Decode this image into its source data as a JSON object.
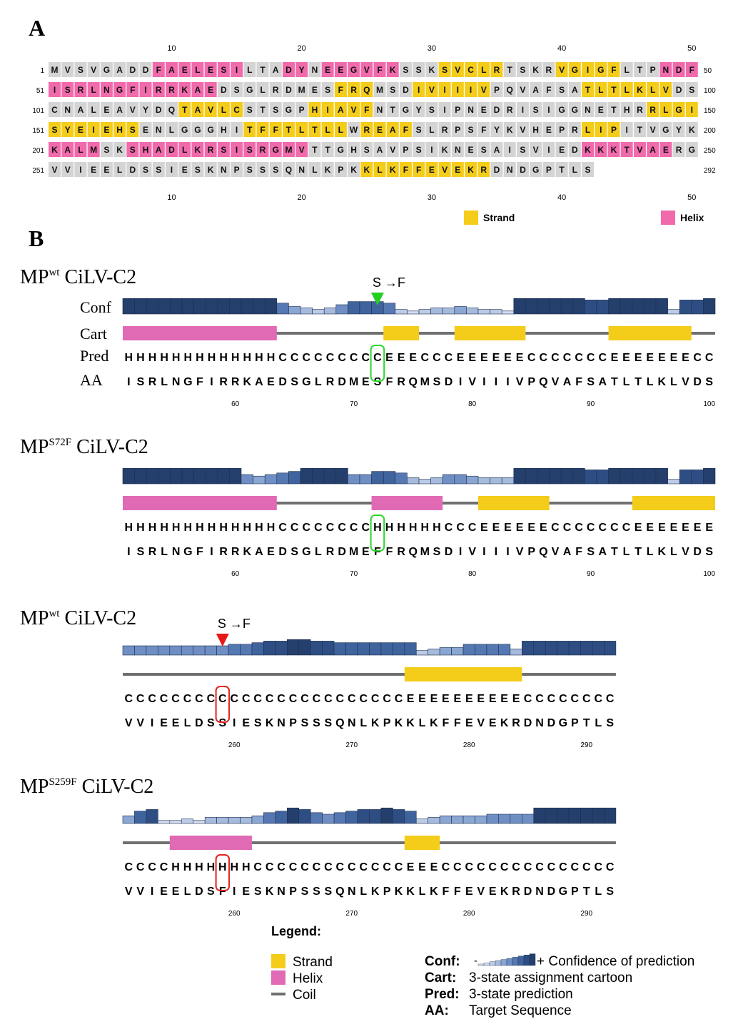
{
  "panelA": {
    "label": "A",
    "top_ticks": [
      "10",
      "20",
      "30",
      "40",
      "50"
    ],
    "bottom_ticks": [
      "10",
      "20",
      "30",
      "40",
      "50"
    ],
    "rows": [
      {
        "start": "1",
        "end": "50",
        "seq": "MVSVGADDFAELESILTADYNEEGVFKSSKSVCLRTSKRVGIGFLTPNDF",
        "ss": "CCCCCCCCHHHHHHHCCCHHCHHHHHHCCCEEEEECCCCEEEEECCCHHH"
      },
      {
        "start": "51",
        "end": "100",
        "seq": "ISRLNGFIRRKAEDSGLRDMESFRQMSDIVIIIVPQVAFSATLTLKLVDS",
        "ss": "HHHHHHHHHHHHHCCCCCCCCCEEECCCEEEEEECCCCCCCEEEEEEECC"
      },
      {
        "start": "101",
        "end": "150",
        "seq": "CNALEAVYDQTAVLCSTSGPHIAVFNTGYSIPNEDRISIGGNETHRRLGI",
        "ss": "CCCCCCCCCCEEEEECCCCCEEEEECCCCCCCCCCCCCCCCCCCCCEEEE"
      },
      {
        "start": "151",
        "end": "200",
        "seq": "SYEIEHSENLGGGHITFFTLTLLWREAFSLRPSFYKVHEPRLIPITVGYK",
        "ss": "EEEEEEECCCCCCCCEEEEEEEECEEEECCCCCCCCCCCCCEEECCCCCC"
      },
      {
        "start": "201",
        "end": "250",
        "seq": "KALMSKSHADLKRSISRGMVTTGHSAVPSIKNESAISVIEDKKKTVAERG",
        "ss": "HHHHCCHHHHHHHHHHHHHHCCCCCCCCCCCCCCCCCCCCCHHHHHHHCC"
      },
      {
        "start": "251",
        "end": "292",
        "seq": "VVIEELDSSIESKNPSSSQNLKPKKLKFFEVEKRDNDGPTLS",
        "ss": "CCCCCCCCCCCCCCCCCCCCCCCCEEEEEEEEEECCCCCCCC"
      }
    ],
    "legend": [
      {
        "label": "Strand",
        "color": "#f4cc1a"
      },
      {
        "label": "Helix",
        "color": "#f06aac"
      }
    ]
  },
  "panelB": {
    "label": "B",
    "row_labels": {
      "conf": "Conf",
      "cart": "Cart",
      "pred": "Pred",
      "aa": "AA"
    },
    "mutation_label": "S →F",
    "blocks": [
      {
        "title_main": "MP",
        "title_sup": "wt",
        "title_tail": " CiLV-C2",
        "show_row_labels": true,
        "aa": "ISRLNGFIRRKAEDSGLRDMESFRQMSDIVIIIVPQVAFSATLTLKLVDS",
        "pred": "HHHHHHHHHHHHHCCCCCCCCCEEECCCEEEEEECCCCCCCEEEEEEECC",
        "conf": [
          9,
          9,
          9,
          9,
          9,
          9,
          9,
          9,
          9,
          9,
          9,
          9,
          9,
          6,
          4,
          3,
          2,
          3,
          5,
          7,
          7,
          7,
          6,
          2,
          1,
          2,
          3,
          3,
          4,
          3,
          2,
          2,
          1,
          9,
          9,
          9,
          9,
          9,
          9,
          8,
          8,
          9,
          9,
          9,
          9,
          9,
          2,
          8,
          8,
          9
        ],
        "highlight_index": 21,
        "highlight_color": "#2fd62f",
        "arrow_color": "#22d022",
        "ticks": [
          "60",
          "70",
          "80",
          "90",
          "100"
        ]
      },
      {
        "title_main": "MP",
        "title_sup": "S72F",
        "title_tail": " CiLV-C2",
        "show_row_labels": false,
        "aa": "ISRLNGFIRRKAEDSGLRDMEFFRQMSDIVIIIVPQVAFSATLTLKLVDS",
        "pred": "HHHHHHHHHHHHHCCCCCCCCHHHHHHCCCEEEEEECCCCCCCEEEEEEECC",
        "conf": [
          9,
          9,
          9,
          9,
          9,
          9,
          9,
          9,
          9,
          9,
          5,
          4,
          5,
          6,
          7,
          9,
          9,
          9,
          9,
          5,
          5,
          7,
          7,
          6,
          3,
          2,
          3,
          5,
          5,
          4,
          3,
          3,
          3,
          9,
          9,
          9,
          9,
          9,
          9,
          8,
          8,
          9,
          9,
          9,
          9,
          9,
          2,
          8,
          8,
          9
        ],
        "highlight_index": 21,
        "highlight_color": "#2fd62f",
        "arrow_color": null,
        "ticks": [
          "60",
          "70",
          "80",
          "90",
          "100"
        ]
      },
      {
        "title_main": "MP",
        "title_sup": "wt",
        "title_tail": " CiLV-C2",
        "show_row_labels": false,
        "aa": "VVIEELDSSIESKNPSSSQNLKPKKLKFFEVEKRDNDGPTLS",
        "pred": "CCCCCCCCCCCCCCCCCCCCCCCCEEEEEEEEEECCCCCCCC",
        "conf": [
          5,
          5,
          5,
          5,
          5,
          5,
          5,
          5,
          5,
          6,
          6,
          7,
          8,
          8,
          9,
          9,
          8,
          8,
          7,
          7,
          7,
          7,
          7,
          7,
          7,
          2,
          3,
          4,
          4,
          6,
          6,
          6,
          6,
          3,
          8,
          8,
          8,
          8,
          8,
          8,
          8,
          8
        ],
        "highlight_index": 8,
        "highlight_color": "#e82020",
        "arrow_color": "#e81818",
        "ticks": [
          "260",
          "270",
          "280",
          "290"
        ]
      },
      {
        "title_main": "MP",
        "title_sup": "S259F",
        "title_tail": " CiLV-C2",
        "show_row_labels": false,
        "aa": "VVIEELDSFIESKNPSSSQNLKPKKLKFFEVEKRDNDGPTLS",
        "pred": "CCCCHHHHHHHCCCCCCCCCCCCCEEECCCCCCCCCCCCCCC",
        "conf": [
          4,
          7,
          8,
          1,
          1,
          2,
          1,
          3,
          3,
          3,
          3,
          4,
          6,
          7,
          9,
          8,
          6,
          5,
          6,
          7,
          8,
          8,
          9,
          8,
          7,
          2,
          3,
          4,
          4,
          4,
          4,
          5,
          5,
          5,
          5,
          9,
          9,
          9,
          9,
          9,
          9,
          9
        ],
        "highlight_index": 8,
        "highlight_color": "#e82020",
        "arrow_color": null,
        "ticks": [
          "260",
          "270",
          "280",
          "290"
        ]
      }
    ],
    "legend": {
      "title": "Legend:",
      "items": [
        {
          "label": "Strand",
          "color": "#f4cc1a"
        },
        {
          "label": "Helix",
          "color": "#e06ab4"
        },
        {
          "label": "Coil",
          "color": "#6f6f6f"
        }
      ],
      "definitions": [
        {
          "key": "Conf:",
          "text": "+ Confidence of prediction",
          "minus": "-"
        },
        {
          "key": "Cart:",
          "text": "3-state assignment cartoon"
        },
        {
          "key": "Pred:",
          "text": "3-state prediction"
        },
        {
          "key": "AA:",
          "text": "Target Sequence"
        }
      ]
    }
  }
}
